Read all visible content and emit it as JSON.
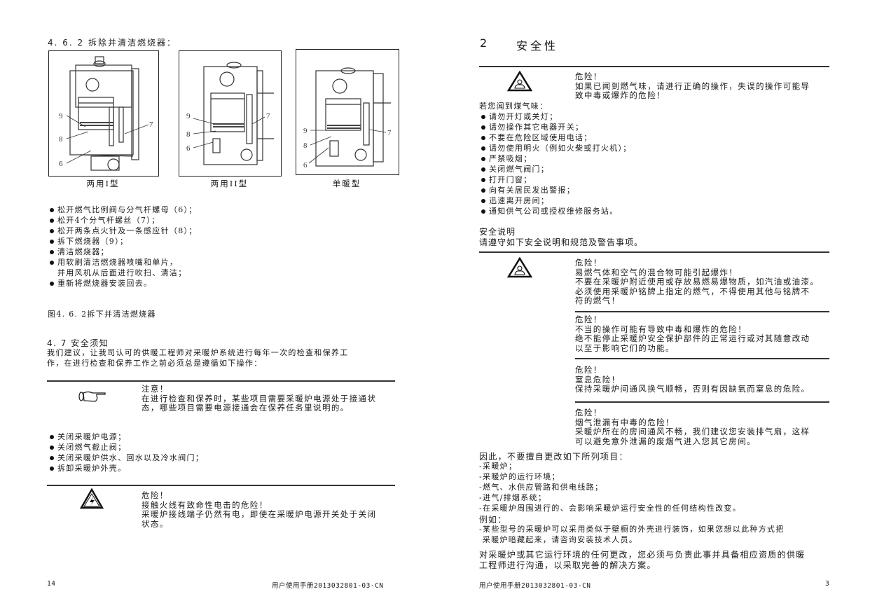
{
  "left_page": {
    "section_title": "4. 6. 2 拆除并清洁燃烧器：",
    "figures": [
      {
        "caption": "两用I型",
        "labels": [
          "9",
          "8",
          "6",
          "7"
        ]
      },
      {
        "caption": "两用II型",
        "labels": [
          "9",
          "8",
          "6",
          "7"
        ]
      },
      {
        "caption": "单暖型",
        "labels": [
          "9",
          "8",
          "6",
          "7"
        ]
      }
    ],
    "steps": [
      "松开燃气比例阀与分气杆螺母（6）；",
      "松开4个分气杆螺丝（7）；",
      "松开两条点火针及一条感应针（8）；",
      "拆下燃烧器（9）；",
      "清洁燃烧器；",
      "用软刷清洁燃烧器喷嘴和单片，",
      "并用风机从后面进行吹扫、清洁；",
      "重新将燃烧器安装回去。"
    ],
    "figure_caption": "图4. 6. 2拆下并清洁燃烧器",
    "section_47": {
      "heading": "4. 7  安全须知",
      "para_line1": "我们建议，让我司认可的供暖工程师对采暖炉系统进行每年一次的检查和保养工",
      "para_line2": "作，在进行检查和保养工作之前必须总是遵循如下操作："
    },
    "notice": {
      "icon": "pointing-hand-icon",
      "title": "注意！",
      "line1": "在进行检查和保养时，某些项目需要采暖炉电源处于接通状",
      "line2": "态，哪些项目需要电源接通会在保养任务里说明的。"
    },
    "checklist": [
      "关闭采暖炉电源；",
      "关闭燃气截止阀；",
      "关闭采暖炉供水、回水以及冷水阀门；",
      "拆卸采暖炉外壳。"
    ],
    "danger": {
      "icon": "electric-shock-warning-icon",
      "title": "危险！",
      "line1": "接触火线有致命性电击的危险！",
      "line2": "采暖炉接线端子仍然有电，即使在采暖炉电源开关处于关闭",
      "line3": "状态。"
    },
    "footer": {
      "page_number": "14",
      "doc_id": "用户使用手册2013032801-03-CN"
    }
  },
  "right_page": {
    "chapter_number": "2",
    "chapter_title": "安全性",
    "danger1": {
      "icon": "toxic-warning-icon",
      "title": "危险！",
      "line1": "如果已闻到燃气味，请进行正确的操作，失误的操作可能导",
      "line2": "致中毒或爆炸的危险！"
    },
    "gas_smell_intro": "若您闻到煤气味：",
    "gas_smell_steps": [
      "请勿开灯或关灯；",
      "请勿操作其它电器开关；",
      "不要在危险区域使用电话；",
      "请勿使用明火（例如火柴或打火机）；",
      "严禁吸烟；",
      "关闭燃气阀门；",
      "打开门窗；",
      "向有关居民发出警报；",
      "迅速离开房间；",
      "通知供气公司或授权维修服务站。"
    ],
    "safety_notes_title": "安全说明",
    "safety_notes_intro": "请遵守如下安全说明和规范及警告事项。",
    "danger2": {
      "icon": "toxic-warning-icon",
      "title": "危险！",
      "line1": "易燃气体和空气的混合物可能引起爆炸！",
      "line2": "不要在采暖炉附近使用或存放易燃易爆物质，如汽油或油漆。",
      "line3": "必须使用采暖炉铭牌上指定的燃气，不得使用其他与铭牌不",
      "line4": "符的燃气！"
    },
    "danger3": {
      "title": "危险！",
      "line1": "不当的操作可能有导致中毒和爆炸的危险！",
      "line2": "绝不能停止采暖炉安全保护部件的正常运行或对其随意改动",
      "line3": "以至于影响它们的功能。"
    },
    "danger4": {
      "title": "危险！",
      "line1": "窒息危险！",
      "line2": "保持采暖炉间通风换气顺畅，否则有因缺氧而窒息的危险。"
    },
    "danger5": {
      "title": "危险！",
      "line1": "烟气泄漏有中毒的危险！",
      "line2": "采暖炉所在的房间通风不畅，我们建议您安装排气扇，这样",
      "line3": "可以避免意外泄漏的废烟气进入您其它房间。"
    },
    "no_modify_intro": "因此，不要擅自更改如下所列项目：",
    "no_modify_items": [
      "-采暖炉；",
      "-采暖炉的运行环境；",
      "-燃气、水供应管路和供电线路；",
      "-进气/排烟系统；",
      "-在采暖炉周围进行的、会影响采暖炉运行安全性的任何结构性改变。"
    ],
    "example_title": "例如：",
    "example_line1": "-某些型号的采暖炉可以采用类似于壁橱的外壳进行装饰，如果您想以此种方式把",
    "example_line2": " 采暖炉暗藏起来，请咨询安装技术人员。",
    "closing_line1": "对采暖炉或其它运行环境的任何更改，您必须与负责此事并具备相应资质的供暖",
    "closing_line2": "工程师进行沟通，以采取完善的解决方案。",
    "footer": {
      "doc_id": "用户使用手册2013032801-03-CN",
      "page_number": "3"
    }
  }
}
